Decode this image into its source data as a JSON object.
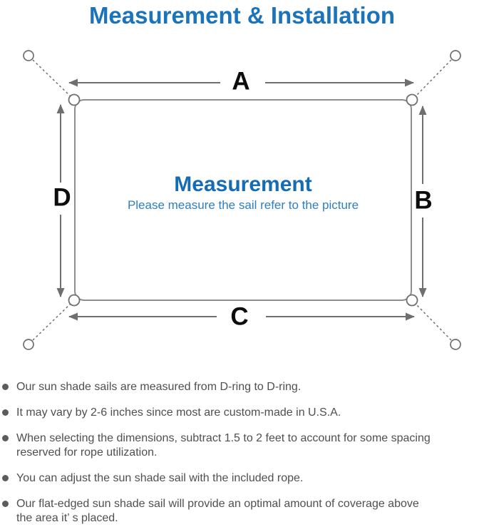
{
  "page_title": "Measurement & Installation",
  "diagram": {
    "label_a": "A",
    "label_b": "B",
    "label_c": "C",
    "label_d": "D",
    "heading": "Measurement",
    "subheading": "Please measure the sail refer to the picture"
  },
  "instructions": [
    {
      "lines": [
        "Our sun shade sails are measured from D-ring to D-ring."
      ]
    },
    {
      "lines": [
        "It may vary by 2-6 inches since most are custom-made in U.S.A."
      ]
    },
    {
      "lines": [
        "When selecting the dimensions, subtract 1.5 to 2 feet to account for some spacing",
        "reserved for rope utilization."
      ]
    },
    {
      "lines": [
        "You can adjust the sun shade sail with the included rope."
      ]
    },
    {
      "lines": [
        "Our flat-edged sun shade sail will provide an optimal amount of coverage above",
        "the area it’ s placed."
      ]
    }
  ],
  "colors": {
    "title_blue": "#1b73b9",
    "heading_blue": "#156cb4",
    "subtitle_blue": "#2e7fc2",
    "line_gray": "#6f6f6f",
    "outline_gray": "#8e8e8e",
    "text_gray": "#4f4f4f",
    "label_black": "#0d0d0d"
  }
}
